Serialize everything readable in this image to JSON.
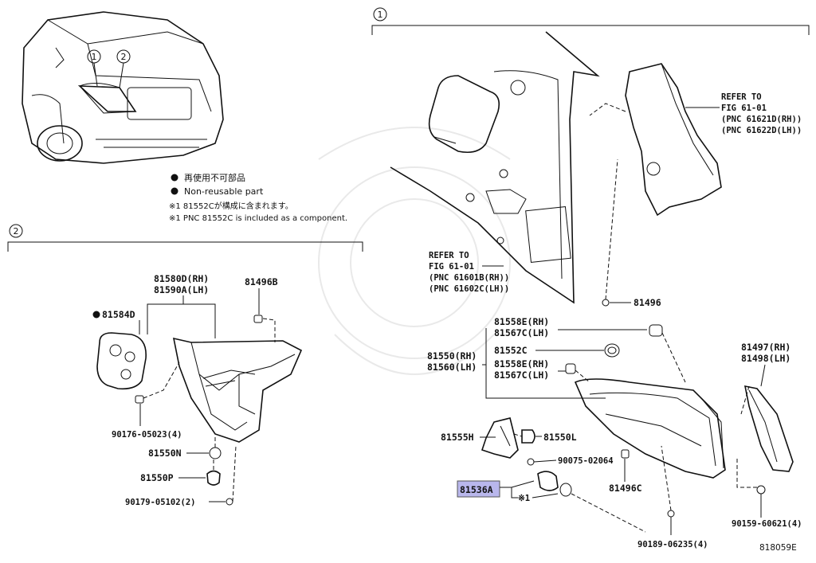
{
  "legend": {
    "non_reusable_jp": "再使用不可部品",
    "non_reusable_en": "Non-reusable part",
    "note_jp": "※1 81552Cが構成に含まれます。",
    "note_en": "※1 PNC 81552C is included as a component."
  },
  "callouts": {
    "one": "1",
    "two": "2"
  },
  "refs": {
    "ref_to_a": "REFER TO",
    "fig_a": "FIG 61-01",
    "pnc_a1": "(PNC 61621D(RH))",
    "pnc_a2": "(PNC 61622D(LH))",
    "ref_to_b": "REFER TO",
    "fig_b": "FIG 61-01",
    "pnc_b1": "(PNC 61601B(RH))",
    "pnc_b2": "(PNC 61602C(LH))"
  },
  "parts": {
    "p81580D": "81580D(RH)",
    "p81590A": "81590A(LH)",
    "p81496B": "81496B",
    "p81584D": "81584D",
    "p90176": "90176-05023(4)",
    "p81550N": "81550N",
    "p81550P": "81550P",
    "p90179": "90179-05102(2)",
    "p81496": "81496",
    "p81558E_1": "81558E(RH)",
    "p81567C_1": "81567C(LH)",
    "p81550RH": "81550(RH)",
    "p81560LH": "81560(LH)",
    "p81552C": "81552C",
    "p81558E_2": "81558E(RH)",
    "p81567C_2": "81567C(LH)",
    "p81497": "81497(RH)",
    "p81498": "81498(LH)",
    "p81555H": "81555H",
    "p81550L": "81550L",
    "p90075": "90075-02064",
    "p81496C": "81496C",
    "p81536A": "81536A",
    "p_note1": "※1",
    "p90159": "90159-60621(4)",
    "p90189": "90189-06235(4)"
  },
  "figure_id": "818059E",
  "colors": {
    "highlight": "#b9b7ec",
    "line": "#111111"
  }
}
